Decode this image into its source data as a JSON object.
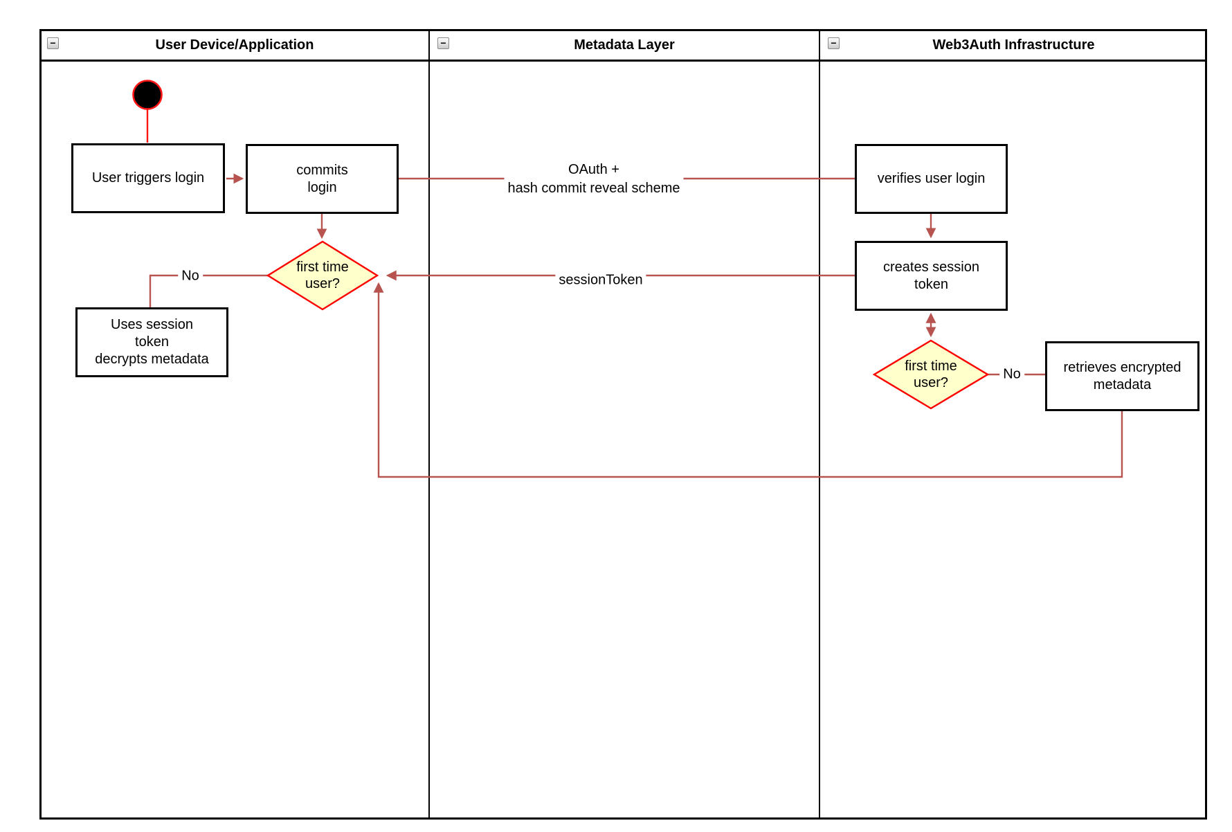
{
  "colors": {
    "connector": "#b85450",
    "highlight_red": "#ff1414",
    "diamond_fill": "#ffffcc",
    "diamond_border": "#ff0000",
    "node_fill": "#ffffff",
    "node_border": "#000000",
    "lane_border": "#000000"
  },
  "lanes": [
    {
      "title": "User Device/Application",
      "collapse_icon": "−"
    },
    {
      "title": "Metadata Layer",
      "collapse_icon": "−"
    },
    {
      "title": "Web3Auth Infrastructure",
      "collapse_icon": "−"
    }
  ],
  "nodes": {
    "start": {
      "type": "initial-state"
    },
    "user_triggers": {
      "label": "User triggers login"
    },
    "commits": {
      "label": "commits\nlogin"
    },
    "decision_left": {
      "label": "first time\nuser?"
    },
    "uses_session": {
      "label": "Uses session\ntoken\ndecrypts metadata"
    },
    "verifies": {
      "label": "verifies user login"
    },
    "creates": {
      "label": "creates session\ntoken"
    },
    "decision_right": {
      "label": "first time\nuser?"
    },
    "retrieves": {
      "label": "retrieves encrypted\nmetadata"
    }
  },
  "edges": {
    "oauth": {
      "label": "OAuth +\nhash commit reveal scheme"
    },
    "session_token": {
      "label": "sessionToken"
    },
    "no_left": {
      "label": "No"
    },
    "no_right": {
      "label": "No"
    }
  }
}
